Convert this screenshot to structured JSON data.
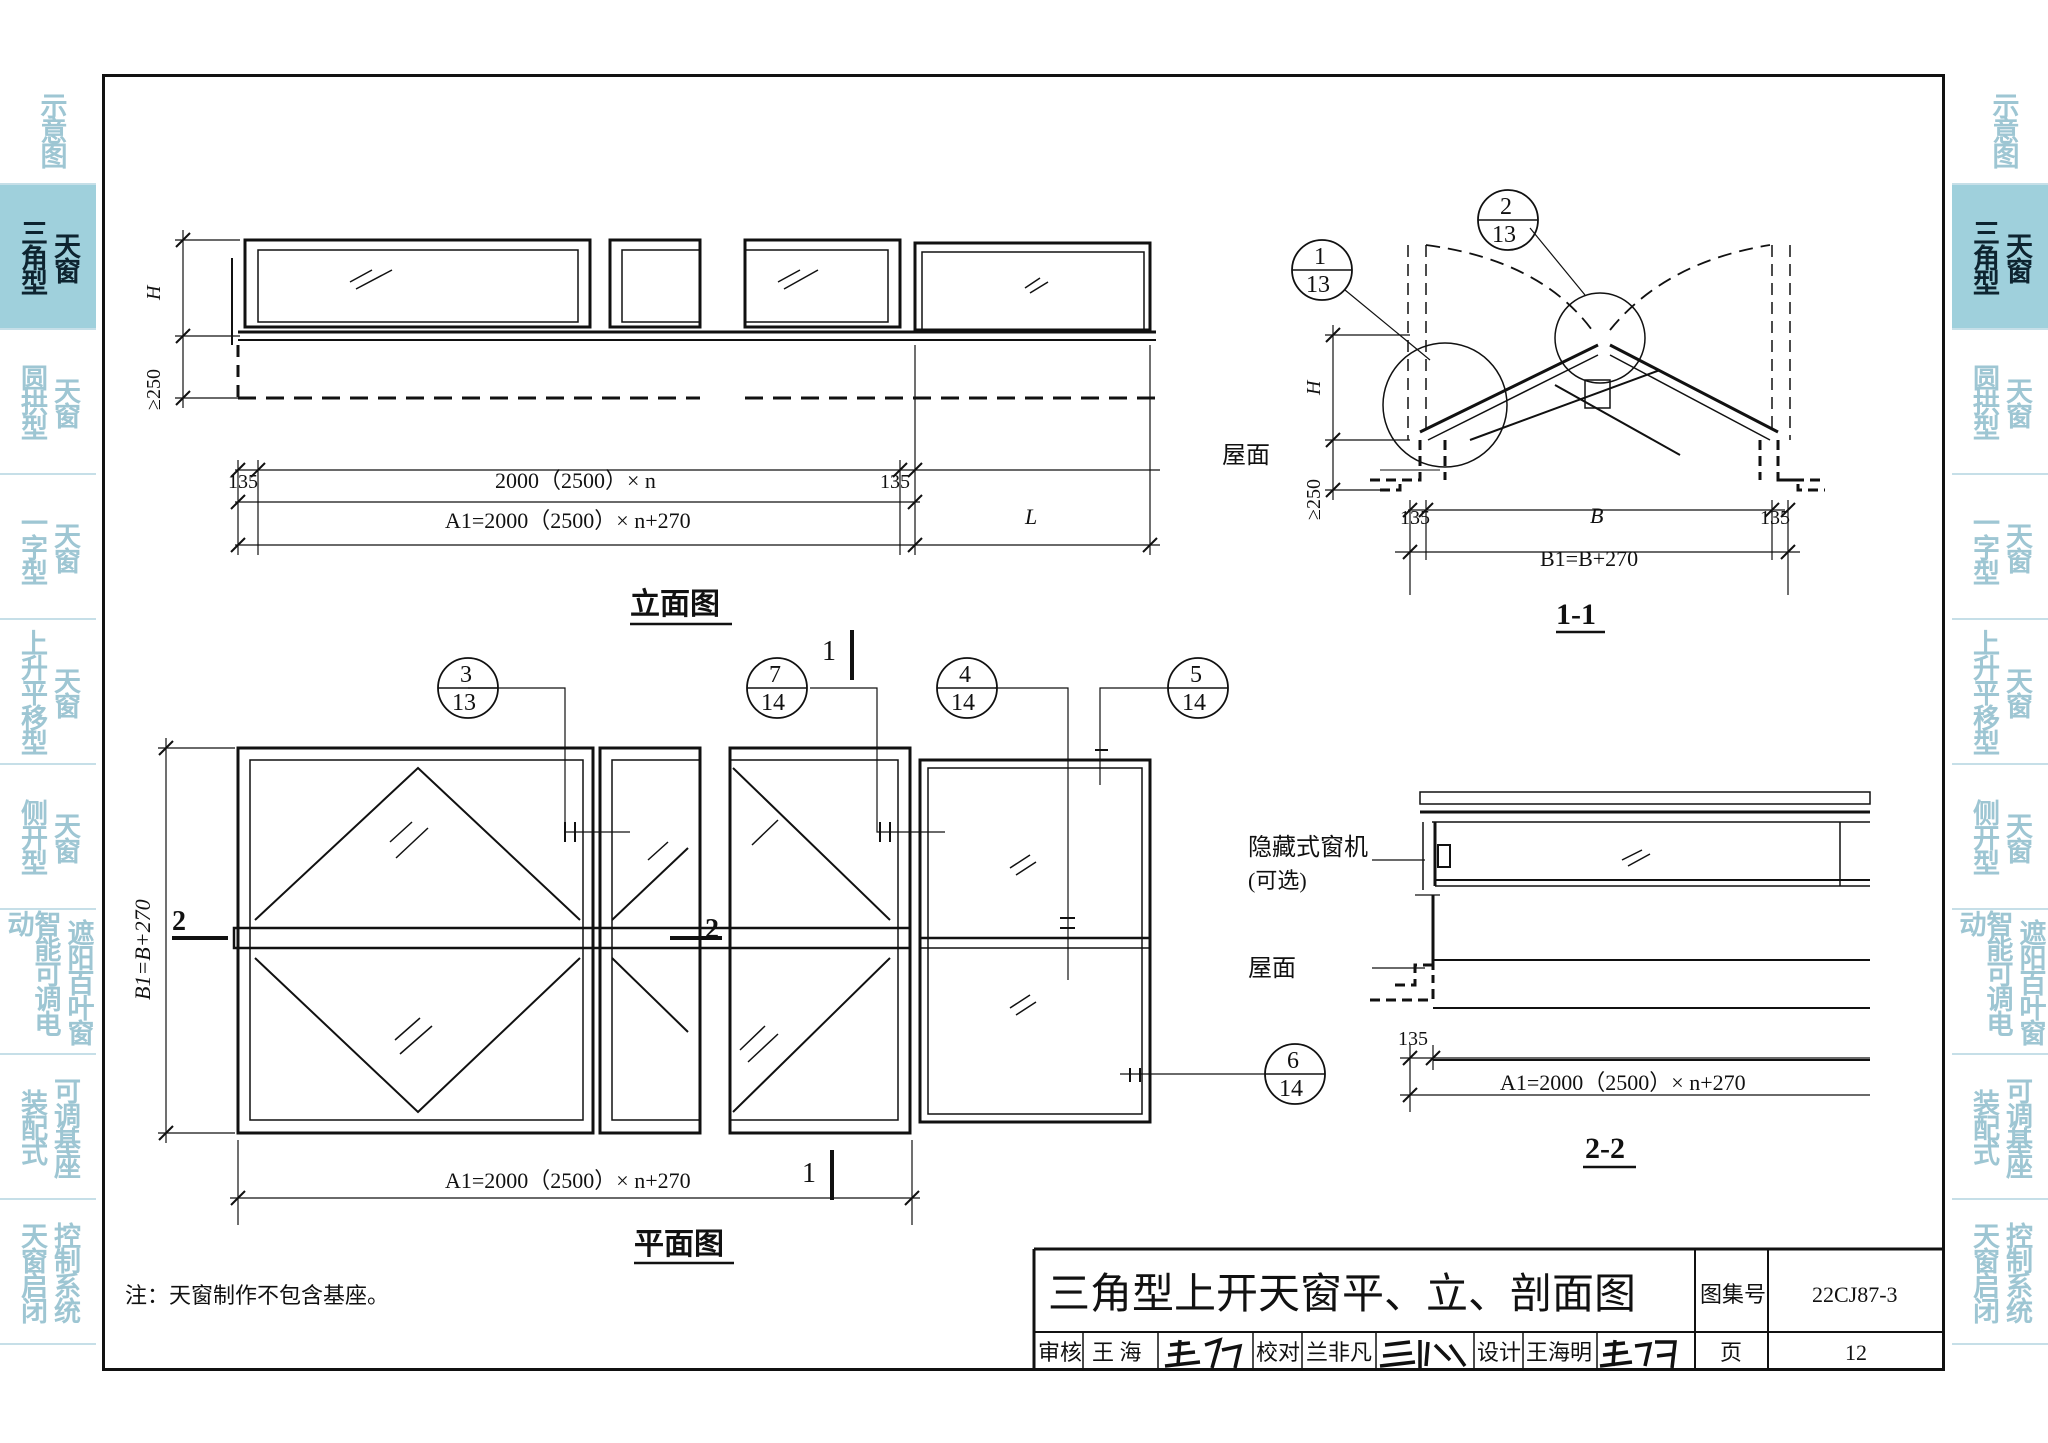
{
  "side_tabs": [
    {
      "col1": "示意图",
      "col2": ""
    },
    {
      "col1": "天窗",
      "col2": "三角型",
      "active": true
    },
    {
      "col1": "天窗",
      "col2": "圆拱型"
    },
    {
      "col1": "天窗",
      "col2": "一字型"
    },
    {
      "col1": "天窗",
      "col2": "上升平移型"
    },
    {
      "col1": "天窗",
      "col2": "侧开型"
    },
    {
      "col1": "遮阳百叶窗",
      "col2": "智能可调电动"
    },
    {
      "col1": "可调基座",
      "col2": "装配式"
    },
    {
      "col1": "控制系统",
      "col2": "天窗启闭"
    }
  ],
  "elevation": {
    "title": "立面图",
    "dim_135_left": "135",
    "dim_135_right": "135",
    "dim_span": "2000（2500）× n",
    "dim_total": "A1=2000（2500）× n+270",
    "dim_L": "L",
    "dim_H": "H",
    "dim_250": "≥250"
  },
  "section_1": {
    "title": "1-1",
    "detail_a": {
      "top": "1",
      "bottom": "13"
    },
    "detail_b": {
      "top": "2",
      "bottom": "13"
    },
    "roof_label": "屋面",
    "dim_H": "H",
    "dim_250": "≥250",
    "dim_135_left": "135",
    "dim_135_right": "135",
    "dim_B": "B",
    "dim_B1": "B1=B+270"
  },
  "plan": {
    "title": "平面图",
    "detail_3": {
      "top": "3",
      "bottom": "13"
    },
    "detail_7": {
      "top": "7",
      "bottom": "14"
    },
    "detail_4": {
      "top": "4",
      "bottom": "14"
    },
    "detail_5": {
      "top": "5",
      "bottom": "14"
    },
    "detail_6": {
      "top": "6",
      "bottom": "14"
    },
    "cut_1_top": "1",
    "cut_1_bottom": "1",
    "cut_2_left": "2",
    "cut_2_mid": "2",
    "dim_B1": "B1=B+270",
    "dim_total": "A1=2000（2500）× n+270"
  },
  "section_2": {
    "title": "2-2",
    "motor_label": "隐藏式窗机",
    "motor_optional": "(可选)",
    "roof_label": "屋面",
    "dim_135": "135",
    "dim_total": "A1=2000（2500）× n+270"
  },
  "note": "注：天窗制作不包含基座。",
  "title_block": {
    "drawing_title": "三角型上开天窗平、立、剖面图",
    "atlas_label": "图集号",
    "atlas_no": "22CJ87-3",
    "review_label": "审核",
    "review_name": "王 海",
    "check_label": "校对",
    "check_name": "兰非凡",
    "design_label": "设计",
    "design_name": "王海明",
    "page_label": "页",
    "page_no": "12"
  }
}
